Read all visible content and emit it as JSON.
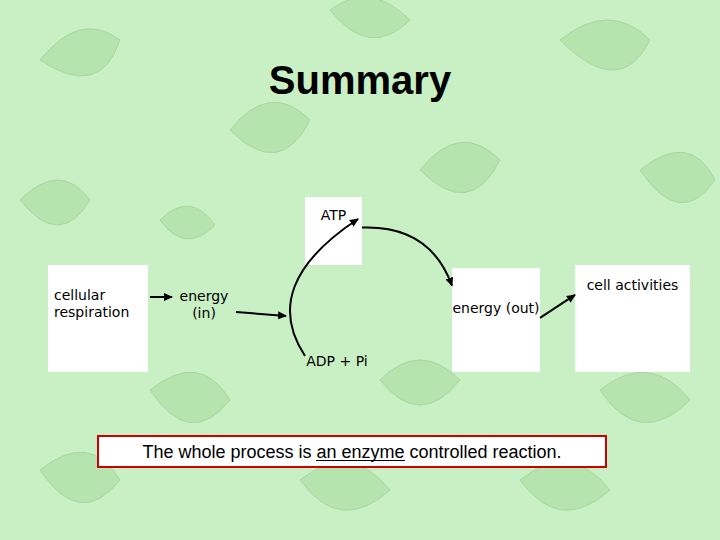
{
  "diagram": {
    "title": "Summary",
    "nodes": [
      {
        "text": [
          "cellular respiration"
        ]
      },
      {
        "text": [
          "ATP"
        ]
      },
      {
        "text": [
          "energy (out)"
        ]
      },
      {
        "text": [
          "cell activities"
        ]
      },
      {
        "text": [
          "The whole process is an enzyme controlled reaction."
        ]
      }
    ],
    "edges": [
      {
        "from": 1,
        "to": 2,
        "arrow": "to"
      },
      {
        "from": 2,
        "to": 3,
        "arrow": "to"
      }
    ],
    "labels": [
      "energy (in)",
      "ADP + Pi"
    ]
  }
}
